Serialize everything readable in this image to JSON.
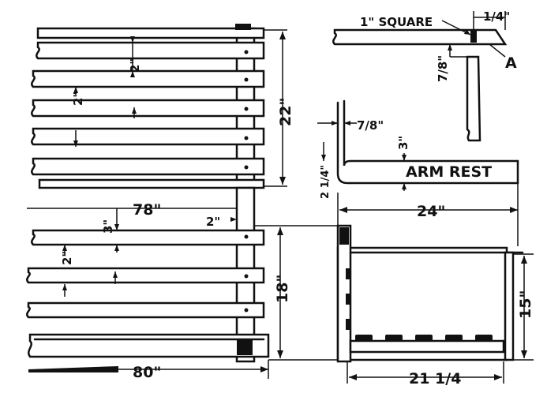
{
  "labels": {
    "square": "1\" SQUARE",
    "quarter": "1/4\"",
    "point_a": "A",
    "seven_eighths_top": "7/8\"",
    "seven_eighths_side": "7/8\"",
    "three_right": "3\"",
    "arm_rest": "ARM REST",
    "two_quarter": "2 1/4\"",
    "twenty_four": "24\"",
    "fifteen": "15\"",
    "twenty_one_quarter": "21 1/4",
    "twenty_two": "22\"",
    "two_a": "2\"",
    "two_b": "2\"",
    "seventy_eight": "78\"",
    "two_c": "2\"",
    "three_left": "3\"",
    "two_d": "2\"",
    "eighteen": "18\"",
    "eighty": "80\""
  }
}
